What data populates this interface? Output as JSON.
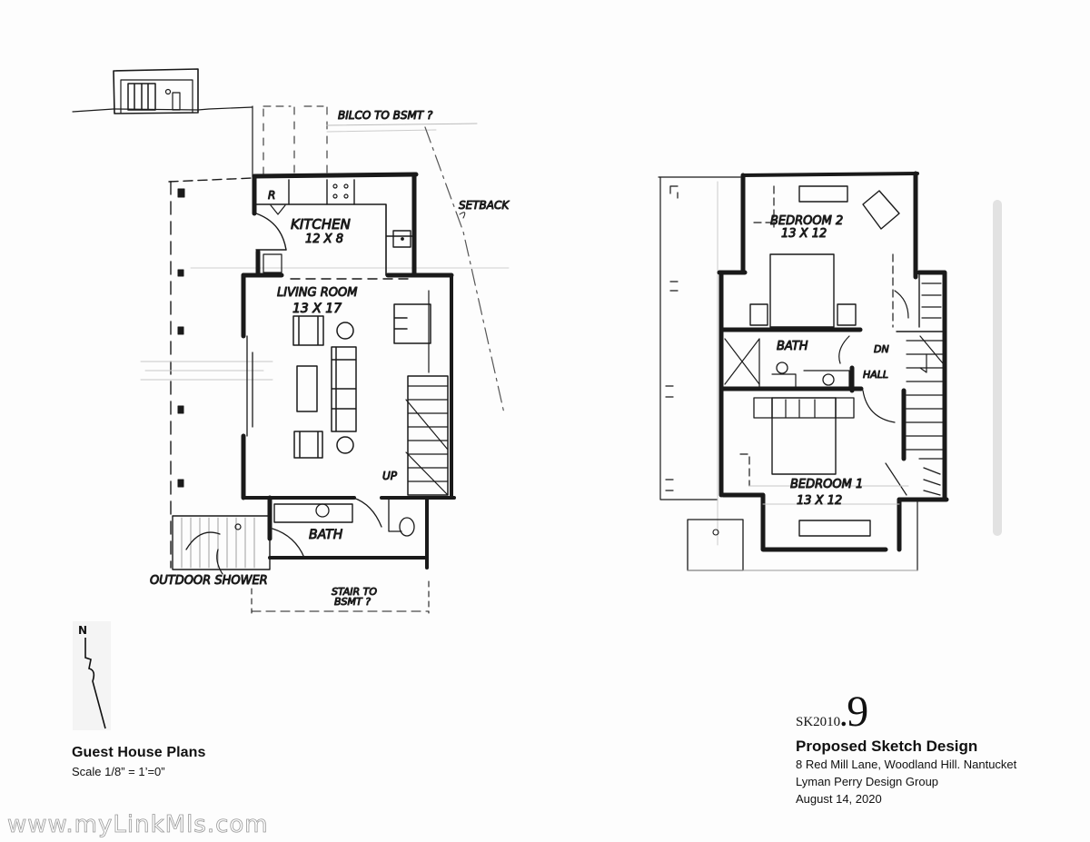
{
  "drawing": {
    "ground_floor": {
      "labels": {
        "bilco": "BILCO TO BSMT ?",
        "setback": "SETBACK",
        "kitchen": "KITCHEN",
        "kitchen_dim": "12 X 8",
        "refrigerator": "R",
        "living": "LIVING ROOM",
        "living_dim": "13 X 17",
        "up": "UP",
        "bath": "BATH",
        "outdoor_shower": "OUTDOOR SHOWER",
        "stair_bsmt": "STAIR TO",
        "stair_bsmt2": "BSMT ?"
      }
    },
    "upper_floor": {
      "labels": {
        "bedroom2": "BEDROOM 2",
        "bedroom2_dim": "13 X 12",
        "bath": "BATH",
        "down": "DN",
        "hall": "HALL",
        "bedroom1": "BEDROOM 1",
        "bedroom1_dim": "13 X 12"
      }
    },
    "north_label": "N"
  },
  "title_block_left": {
    "title": "Guest House Plans",
    "scale": "Scale 1/8” = 1’=0”"
  },
  "title_block_right": {
    "sheet_prefix": "SK2010",
    "sheet_dot": ".",
    "sheet_number": "9",
    "title": "Proposed Sketch Design",
    "address": "8 Red Mill Lane, Woodland Hill. Nantucket",
    "firm": "Lyman Perry Design Group",
    "date": "August 14, 2020"
  },
  "watermark": "www.myLinkMls.com"
}
